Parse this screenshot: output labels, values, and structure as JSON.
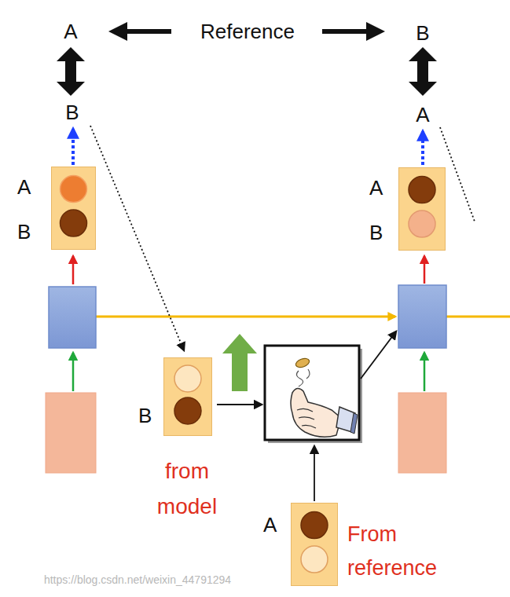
{
  "diagram": {
    "nodes": [
      {
        "text": [
          "A",
          "B"
        ]
      },
      {
        "text": [
          "B",
          "from model"
        ]
      },
      {
        "text": [
          "A",
          "From reference"
        ]
      },
      {
        "text": [
          "A",
          "B"
        ]
      }
    ],
    "labels": [
      "A",
      "Reference",
      "B",
      "B",
      "A",
      "https://blog.csdn.net/weixin_44791294"
    ]
  }
}
